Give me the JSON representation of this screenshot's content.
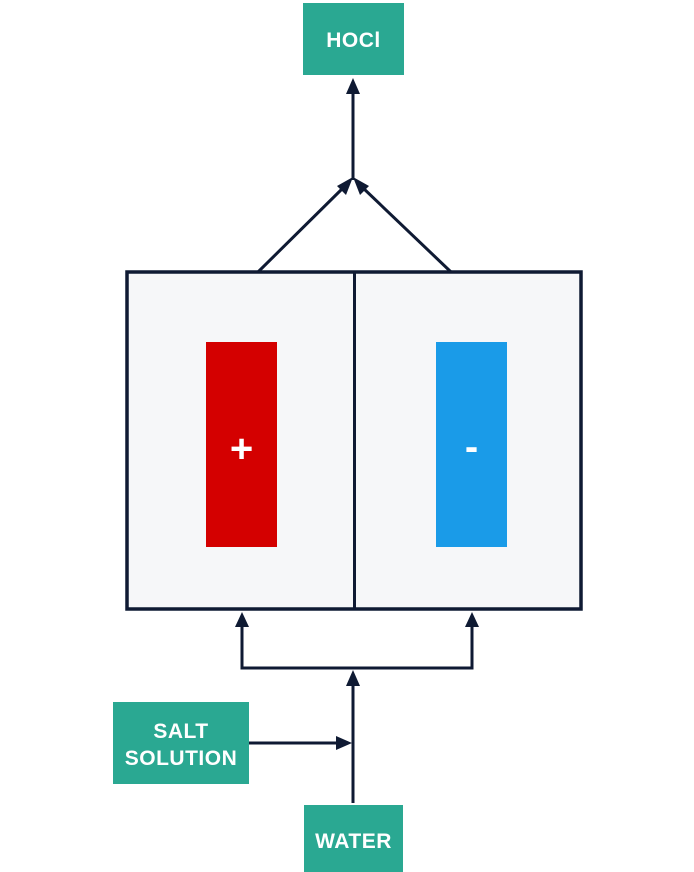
{
  "labels": {
    "output": "HOCl",
    "salt": [
      "SALT",
      "SOLUTION"
    ],
    "water": "WATER"
  },
  "electrodes": {
    "anode": {
      "sign": "+",
      "color": "#d40000"
    },
    "cathode": {
      "sign": "-",
      "color": "#1a9be8"
    }
  },
  "colors": {
    "label_bg": "#2aa892",
    "cell_bg": "#f6f7f9",
    "line": "#0f1a33"
  },
  "icons": {
    "arrow": "arrowhead-icon"
  }
}
